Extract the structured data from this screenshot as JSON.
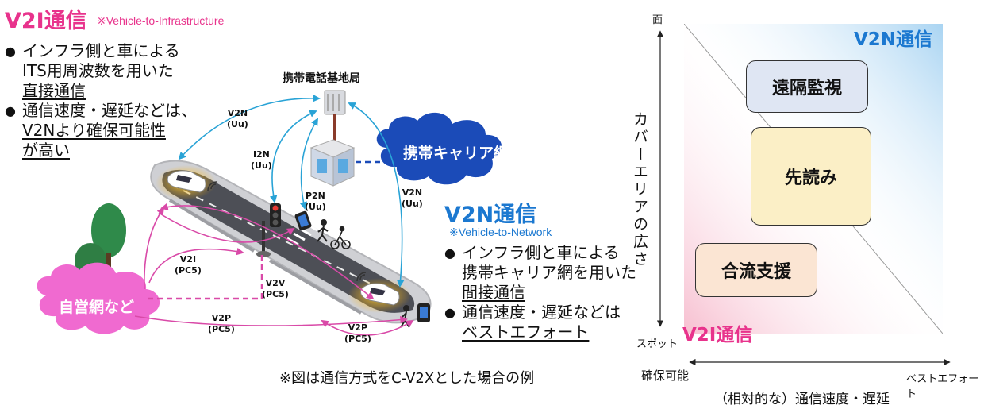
{
  "left": {
    "title": "V2I通信",
    "subtitle": "※Vehicle-to-Infrastructure",
    "bullet1": [
      "インフラ側と車による",
      "ITS用周波数を用いた",
      "直接通信"
    ],
    "bullet2": [
      "通信速度・遅延などは、",
      "V2Nより確保可能性",
      "が高い"
    ]
  },
  "diagram": {
    "station": "携帯電話基地局",
    "carrier_cloud": "携帯キャリア網",
    "private_cloud": "自営網など",
    "links": {
      "v2n_top": [
        "V2N",
        "(Uu)"
      ],
      "i2n": [
        "I2N",
        "(Uu)"
      ],
      "p2n": [
        "P2N",
        "(Uu)"
      ],
      "v2n_right": [
        "V2N",
        "(Uu)"
      ],
      "v2i": [
        "V2I",
        "(PC5)"
      ],
      "v2v": [
        "V2V",
        "(PC5)"
      ],
      "v2p_left": [
        "V2P",
        "(PC5)"
      ],
      "v2p_right": [
        "V2P",
        "(PC5)"
      ]
    }
  },
  "middle": {
    "title": "V2N通信",
    "subtitle": "※Vehicle-to-Network",
    "bullet1": [
      "インフラ側と車による",
      "携帯キャリア網を用いた",
      "間接通信"
    ],
    "bullet2": [
      "通信速度・遅延などは",
      "ベストエフォート"
    ]
  },
  "note": "※図は通信方式をC-V2Xとした場合の例",
  "chart": {
    "y_title": "カバーエリアの広さ",
    "y_top": "面",
    "y_bottom": "スポット",
    "x_left": "確保可能",
    "x_right": "ベストエフォート",
    "x_title": "（相対的な）通信速度・遅延",
    "region_top": "V2N通信",
    "region_bottom": "V2I通信",
    "apps": [
      "遠隔監視",
      "先読み",
      "合流支援"
    ],
    "colors": {
      "v2n": "#a9d4f2",
      "v2i": "#f7bfd0",
      "remote": "#dfe6f3",
      "predict": "#fbefc6",
      "merge": "#fbe5d3"
    }
  }
}
